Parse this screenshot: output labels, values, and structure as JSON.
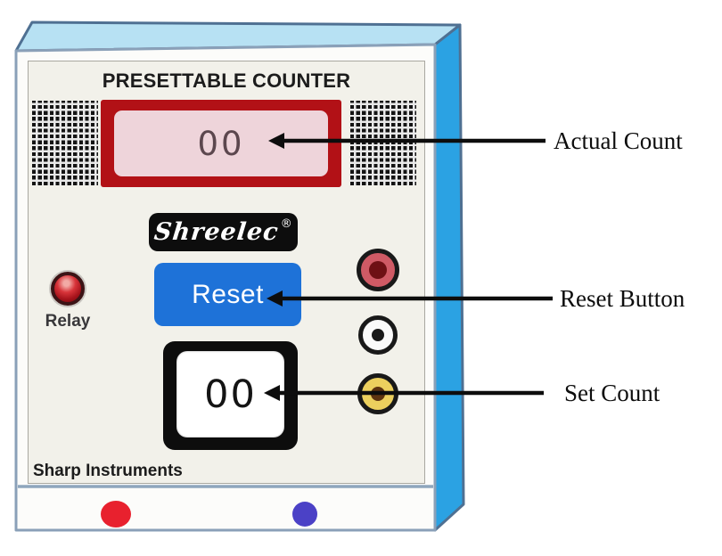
{
  "device": {
    "title": "PRESETTABLE COUNTER",
    "brand": {
      "name": "Shreelec",
      "registered_mark": "®"
    },
    "display": {
      "value": "00"
    },
    "reset_button": {
      "label": "Reset"
    },
    "set_count": {
      "value": "00"
    },
    "relay": {
      "label": "Relay"
    },
    "footer": {
      "manufacturer": "Sharp Instruments"
    }
  },
  "annotations": {
    "actual_count": {
      "label": "Actual Count"
    },
    "reset_button": {
      "label": "Reset Button"
    },
    "set_count": {
      "label": "Set Count"
    }
  },
  "colors": {
    "cabinet_side_blue": "#2ba2e3",
    "cabinet_top_blue": "#b7e1f3",
    "cabinet_outline": "#4f7092",
    "panel_background": "#f2f1ea",
    "display_frame_red": "#b21116",
    "display_background_pink": "#eed4da",
    "display_digit_color": "#5c474e",
    "reset_button_blue": "#1e72d8",
    "relay_led_red": "#a3121a",
    "jack_red": "#cf5a65",
    "jack_white": "#fafafa",
    "jack_yellow": "#ecd05e",
    "indicator_dot_red": "#e8212e",
    "indicator_dot_blue": "#4b41c6",
    "arrow_black": "#0d0d0d"
  }
}
